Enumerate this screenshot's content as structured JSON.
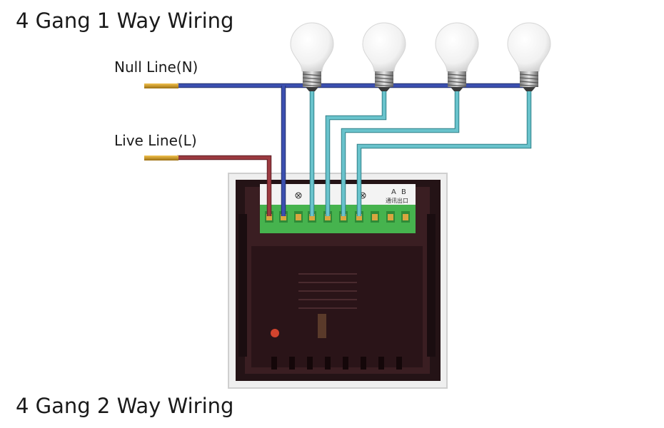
{
  "titles": {
    "top": "4 Gang 1 Way Wiring",
    "bottom": "4 Gang 2 Way Wiring"
  },
  "lines": {
    "null_label": "Null Line(N)",
    "live_label": "Live Line(L)"
  },
  "terminal_block": {
    "comm_port": {
      "a": "A",
      "b": "B",
      "label": "通讯出口"
    }
  },
  "colors": {
    "null_wire": "#3b4fb0",
    "live_wire": "#9b3a40",
    "load_wire": "#69c3cc",
    "terminal": "#46b34e",
    "copper": "#c89a2a",
    "panel_body": "#241316",
    "panel_frame": "#ececec"
  },
  "bulb_count": 4
}
